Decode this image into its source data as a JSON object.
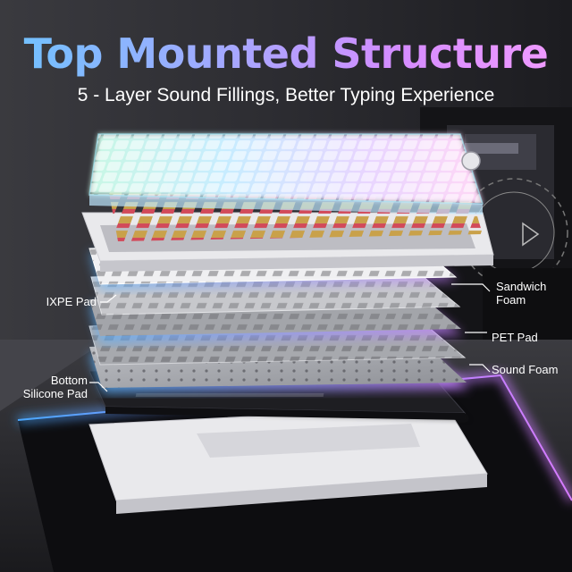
{
  "header": {
    "title": "Top Mounted Structure",
    "subtitle": "5 - Layer Sound Fillings, Better Typing Experience"
  },
  "callouts": {
    "ixpe_pad": "IXPE Pad",
    "sandwich_foam_line1": "Sandwich",
    "sandwich_foam_line2": "Foam",
    "pet_pad": "PET Pad",
    "sound_foam": "Sound Foam",
    "bottom_silicone_line1": "Bottom",
    "bottom_silicone_line2": "Silicone Pad"
  },
  "colors": {
    "title_gradient_start": "#6ec3ff",
    "title_gradient_end": "#f39cff",
    "glow_blue": "#5ab4ff",
    "glow_purple": "#c77dff"
  }
}
